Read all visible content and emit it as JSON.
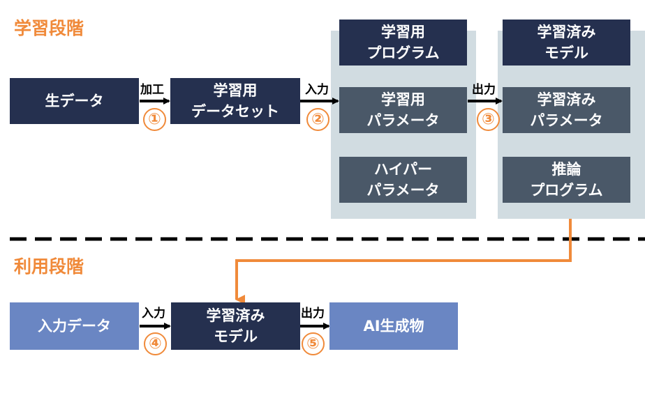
{
  "learning": {
    "title": "学習段階",
    "raw_data": "生データ",
    "dataset": [
      "学習用",
      "データセット"
    ],
    "program": [
      "学習用",
      "プログラム"
    ],
    "params": [
      "学習用",
      "パラメータ"
    ],
    "hyper": [
      "ハイパー",
      "パラメータ"
    ],
    "trained_model": [
      "学習済み",
      "モデル"
    ],
    "trained_params": [
      "学習済み",
      "パラメータ"
    ],
    "inference": [
      "推論",
      "プログラム"
    ],
    "edge1": "加工",
    "edge2": "入力",
    "edge3": "出力",
    "step1": "①",
    "step2": "②",
    "step3": "③"
  },
  "usage": {
    "title": "利用段階",
    "input_data": "入力データ",
    "model": [
      "学習済み",
      "モデル"
    ],
    "output": "AI生成物",
    "edge4": "入力",
    "edge5": "出力",
    "step4": "④",
    "step5": "⑤"
  },
  "colors": {
    "accent": "#F08A3A",
    "box_dark": "#25304F",
    "box_mid": "#4A5868",
    "box_light": "#6A86C3",
    "panel": "#D1DCE1"
  }
}
